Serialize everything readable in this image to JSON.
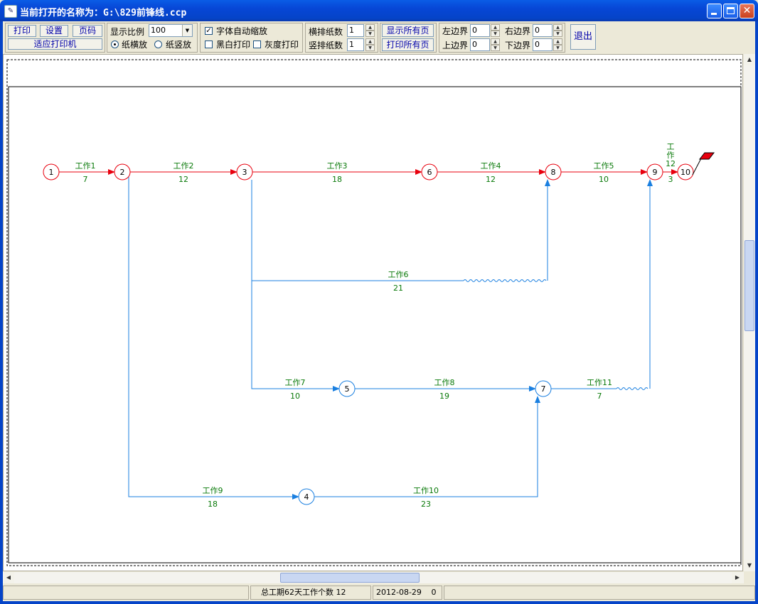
{
  "window": {
    "title": "当前打开的名称为：G:\\829前锋线.ccp",
    "colors": {
      "critical": "#e8000e",
      "normal": "#1a7fe0",
      "label_text": "#0a7a0a",
      "node_text": "#000000"
    }
  },
  "toolbar": {
    "print": "打印",
    "setup": "设置",
    "page_number": "页码",
    "fit_printer": "适应打印机",
    "zoom_label": "显示比例",
    "zoom_value": "100",
    "landscape": "纸横放",
    "portrait": "纸竖放",
    "orientation_selected": "纸横放",
    "auto_font": "字体自动缩放",
    "auto_font_checked": true,
    "bw_print": "黑白打印",
    "bw_print_checked": false,
    "gray_print": "灰度打印",
    "gray_print_checked": false,
    "h_pages_label": "横排纸数",
    "h_pages_value": "1",
    "v_pages_label": "竖排纸数",
    "v_pages_value": "1",
    "show_all_pages": "显示所有页",
    "print_all_pages": "打印所有页",
    "left_margin_label": "左边界",
    "left_margin_value": "0",
    "right_margin_label": "右边界",
    "right_margin_value": "0",
    "top_margin_label": "上边界",
    "top_margin_value": "0",
    "bottom_margin_label": "下边界",
    "bottom_margin_value": "0",
    "exit": "退出"
  },
  "network": {
    "nodes": [
      {
        "id": "1",
        "critical": true
      },
      {
        "id": "2",
        "critical": true
      },
      {
        "id": "3",
        "critical": true
      },
      {
        "id": "6",
        "critical": true
      },
      {
        "id": "8",
        "critical": true
      },
      {
        "id": "9",
        "critical": true
      },
      {
        "id": "10",
        "critical": true
      },
      {
        "id": "5",
        "critical": false
      },
      {
        "id": "7",
        "critical": false
      },
      {
        "id": "4",
        "critical": false
      }
    ],
    "activities": [
      {
        "name": "工作1",
        "duration": "7",
        "from": "1",
        "to": "2",
        "critical": true
      },
      {
        "name": "工作2",
        "duration": "12",
        "from": "2",
        "to": "3",
        "critical": true
      },
      {
        "name": "工作3",
        "duration": "18",
        "from": "3",
        "to": "6",
        "critical": true
      },
      {
        "name": "工作4",
        "duration": "12",
        "from": "6",
        "to": "8",
        "critical": true
      },
      {
        "name": "工作5",
        "duration": "10",
        "from": "8",
        "to": "9",
        "critical": true
      },
      {
        "name": "工作12",
        "duration": "3",
        "from": "9",
        "to": "10",
        "critical": true
      },
      {
        "name": "工作6",
        "duration": "21",
        "from": "3",
        "to": "8",
        "critical": false
      },
      {
        "name": "工作7",
        "duration": "10",
        "from": "3",
        "to": "5",
        "critical": false
      },
      {
        "name": "工作8",
        "duration": "19",
        "from": "5",
        "to": "7",
        "critical": false
      },
      {
        "name": "工作11",
        "duration": "7",
        "from": "7",
        "to": "9",
        "critical": false
      },
      {
        "name": "工作9",
        "duration": "18",
        "from": "2",
        "to": "4",
        "critical": false
      },
      {
        "name": "工作10",
        "duration": "23",
        "from": "4",
        "to": "7",
        "critical": false
      }
    ]
  },
  "status": {
    "summary": "总工期62天工作个数 12",
    "date": "2012-08-29",
    "value": "0"
  }
}
